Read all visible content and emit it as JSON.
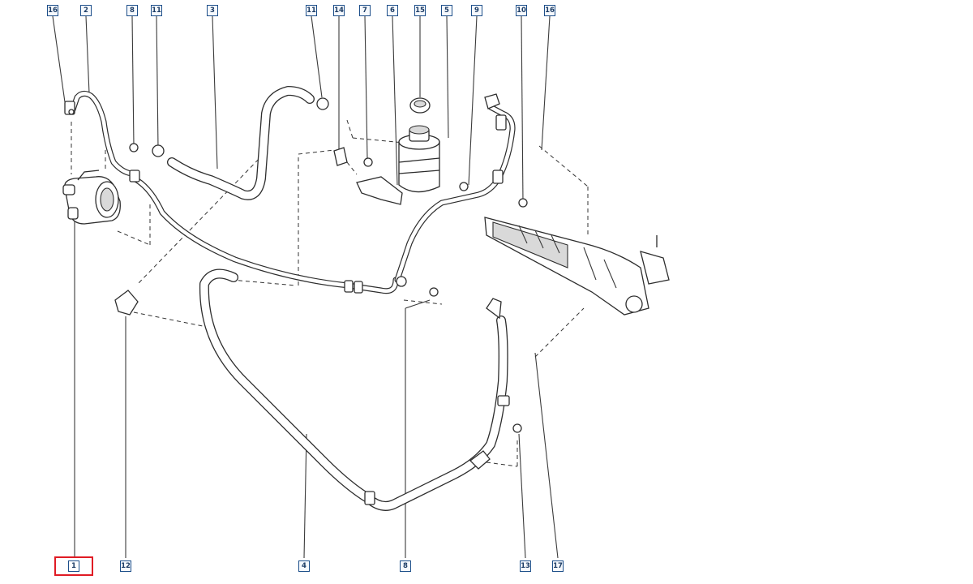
{
  "callouts": {
    "c16a": "16",
    "c2": "2",
    "c8a": "8",
    "c11a": "11",
    "c3": "3",
    "c11b": "11",
    "c14": "14",
    "c7": "7",
    "c6": "6",
    "c15": "15",
    "c5": "5",
    "c9": "9",
    "c10": "10",
    "c16b": "16",
    "c1": "1",
    "c12": "12",
    "c4": "4",
    "c8b": "8",
    "c13": "13",
    "c17": "17"
  },
  "selected_callout": "1",
  "colors": {
    "callout_border": "#1d4f8a",
    "selection": "#e01b24",
    "line_art": "#2d2d2d"
  }
}
